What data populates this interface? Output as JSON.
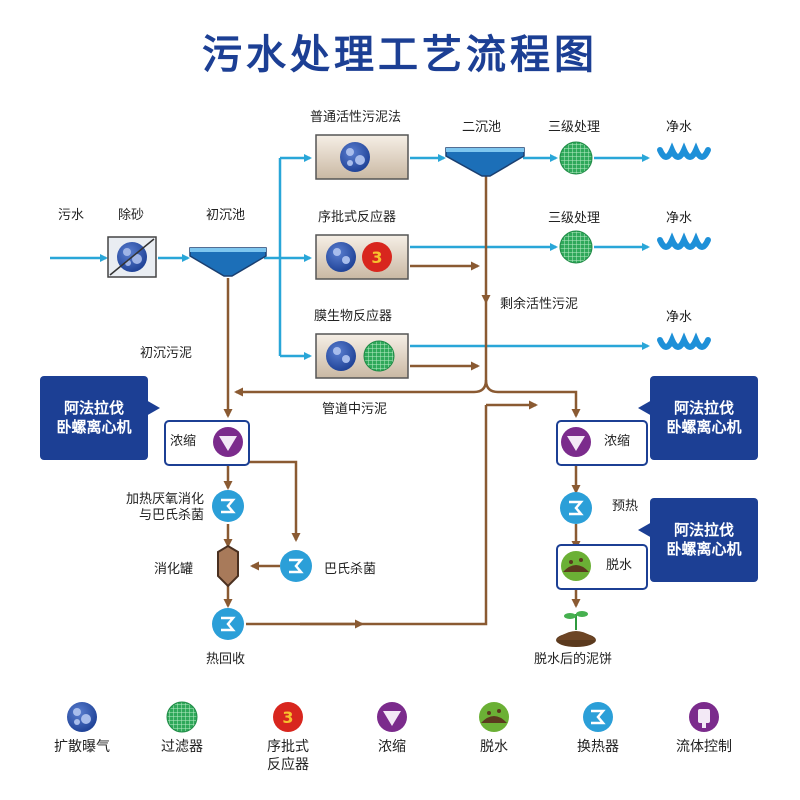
{
  "title": "污水处理工艺流程图",
  "nodes": {
    "wastewater": "污水",
    "grit_removal": "除砂",
    "primary_clarifier": "初沉池",
    "activated_sludge": "普通活性污泥法",
    "sbr": "序批式反应器",
    "mbr": "膜生物反应器",
    "secondary_clarifier": "二沉池",
    "tertiary_1": "三级处理",
    "tertiary_2": "三级处理",
    "clean_water_1": "净水",
    "clean_water_2": "净水",
    "clean_water_3": "净水",
    "excess_sludge": "剩余活性污泥",
    "primary_sludge": "初沉污泥",
    "pipe_sludge": "管道中污泥",
    "thickening_left": "浓缩",
    "thickening_right": "浓缩",
    "heat_digest": "加热厌氧消化\n与巴氏杀菌",
    "digester": "消化罐",
    "pasteurize": "巴氏杀菌",
    "heat_recovery": "热回收",
    "preheat": "预热",
    "dewater": "脱水",
    "cake": "脱水后的泥饼"
  },
  "callouts": {
    "left": "阿法拉伐\n卧螺离心机",
    "right_top": "阿法拉伐\n卧螺离心机",
    "right_bottom": "阿法拉伐\n卧螺离心机"
  },
  "legend": [
    {
      "icon": "aeration-icon",
      "label": "扩散曝气"
    },
    {
      "icon": "filter-icon",
      "label": "过滤器"
    },
    {
      "icon": "sbr-icon",
      "label": "序批式\n反应器"
    },
    {
      "icon": "thickening-icon",
      "label": "浓缩"
    },
    {
      "icon": "dewatering-icon",
      "label": "脱水"
    },
    {
      "icon": "heat-exchanger-icon",
      "label": "换热器"
    },
    {
      "icon": "flow-control-icon",
      "label": "流体控制"
    }
  ],
  "colors": {
    "title": "#1c3f94",
    "water_line": "#29a6d8",
    "sludge_line": "#8a5a32",
    "callout": "#1c3f94"
  }
}
